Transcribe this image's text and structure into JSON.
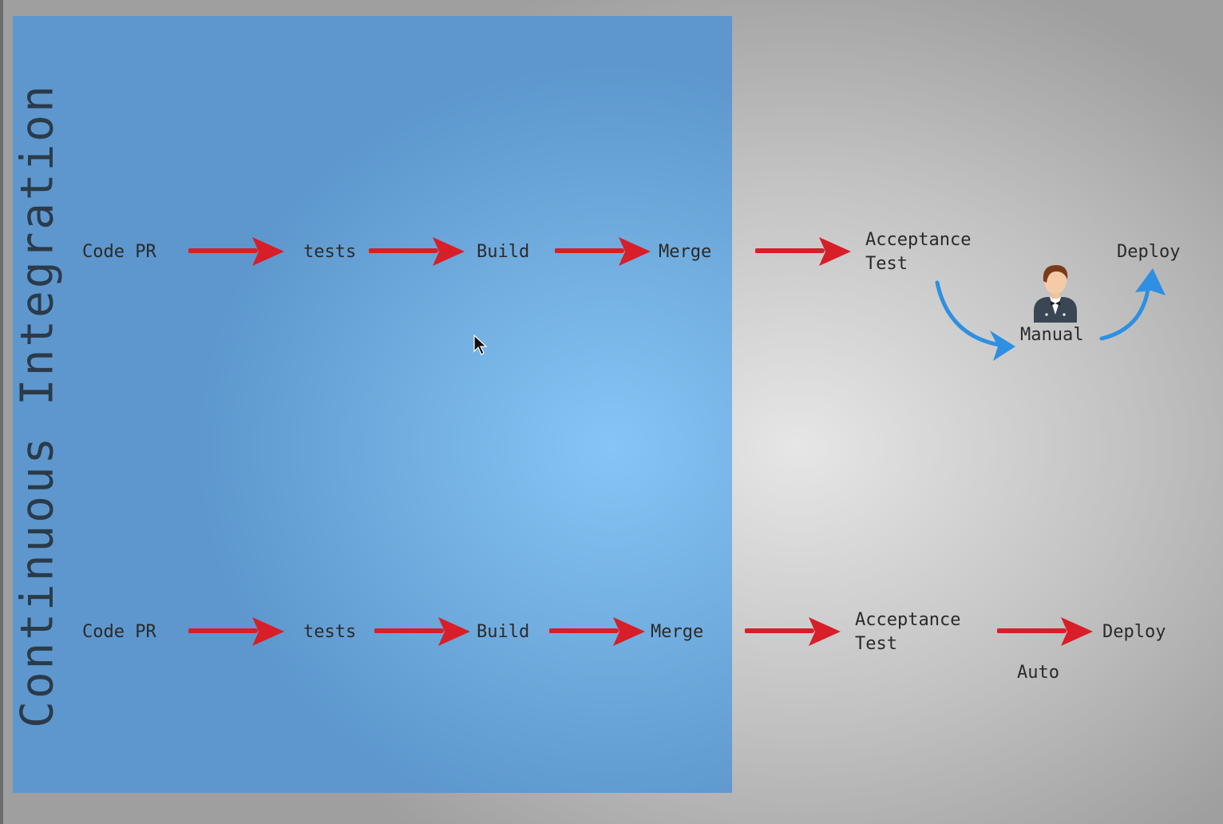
{
  "diagram": {
    "title": "Continuous Integration",
    "rows": [
      {
        "steps": [
          "Code PR",
          "tests",
          "Build",
          "Merge"
        ],
        "acceptance": [
          "Acceptance",
          "Test"
        ],
        "mode": "Manual",
        "deploy": "Deploy"
      },
      {
        "steps": [
          "Code PR",
          "tests",
          "Build",
          "Merge"
        ],
        "acceptance": [
          "Acceptance",
          "Test"
        ],
        "mode": "Auto",
        "deploy": "Deploy"
      }
    ],
    "colors": {
      "ci_panel": "#74b0e2",
      "flow_arrow": "#d81e28",
      "manual_arrow": "#2f8fe2",
      "text": "#2a2a2a"
    },
    "icons": [
      "person-icon",
      "mouse-cursor-icon"
    ]
  }
}
